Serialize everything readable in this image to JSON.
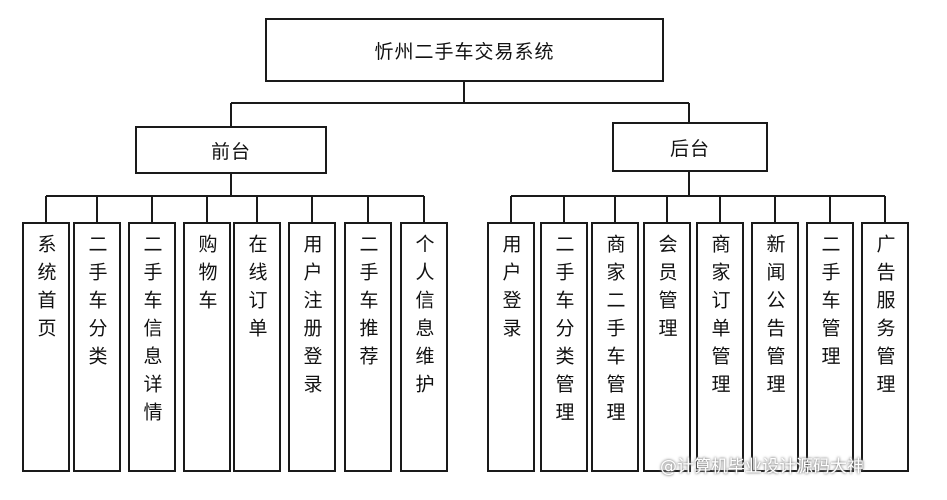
{
  "diagram": {
    "title": "忻州二手车交易系统",
    "frontend": {
      "label": "前台",
      "modules": [
        "系统首页",
        "二手车分类",
        "二手车信息详情",
        "购物车",
        "在线订单",
        "用户注册登录",
        "二手车推荐",
        "个人信息维护"
      ]
    },
    "backend": {
      "label": "后台",
      "modules": [
        "用户登录",
        "二手车分类管理",
        "商家二手车管理",
        "会员管理",
        "商家订单管理",
        "新闻公告管理",
        "二手车管理",
        "广告服务管理"
      ]
    }
  },
  "watermark": "@计算机毕业设计源码大神"
}
